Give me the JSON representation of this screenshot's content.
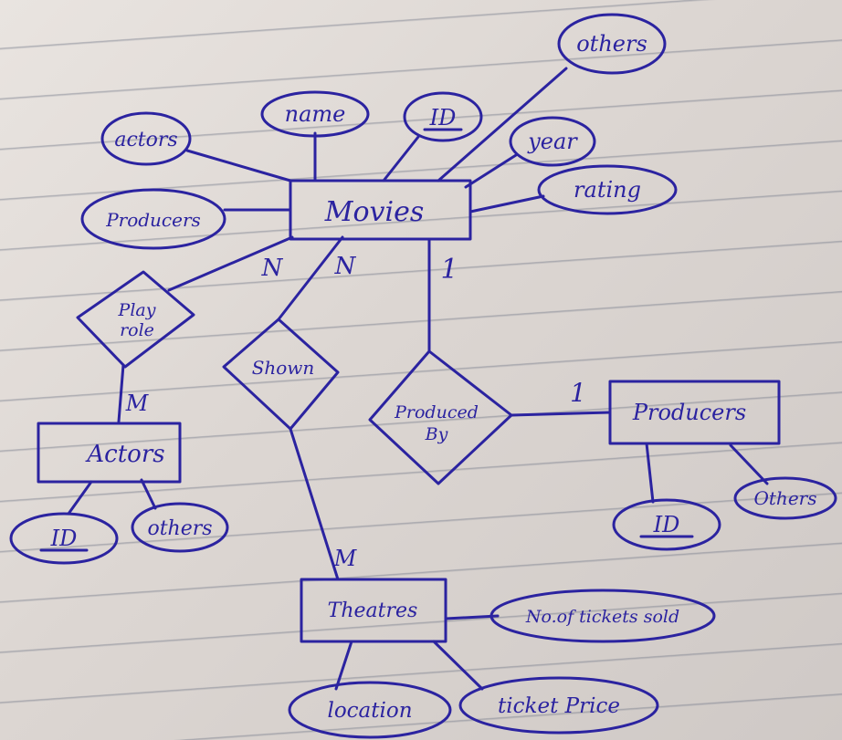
{
  "ink_color": "#2b23a0",
  "entities": {
    "movies": "Movies",
    "actors": "Actors",
    "producers": "Producers",
    "theatres": "Theatres"
  },
  "relationships": {
    "play_role": [
      "Play",
      "role"
    ],
    "shown": "Shown",
    "produced_by": [
      "Produced",
      "By"
    ]
  },
  "attributes": {
    "movie_actors": "actors",
    "movie_name": "name",
    "movie_id": "ID",
    "movie_others": "others",
    "movie_year": "year",
    "movie_rating": "rating",
    "movie_producers": "Producers",
    "actor_id": "ID",
    "actor_others": "others",
    "producer_id": "ID",
    "producer_others": "Others",
    "theatre_tickets_sold": "No.of tickets sold",
    "theatre_location": "location",
    "theatre_ticket_price": "ticket Price"
  },
  "cardinalities": {
    "movies_playrole": "N",
    "movies_shown": "N",
    "movies_producedby": "1",
    "playrole_actors": "M",
    "shown_theatres": "M",
    "producedby_producers": "1"
  }
}
